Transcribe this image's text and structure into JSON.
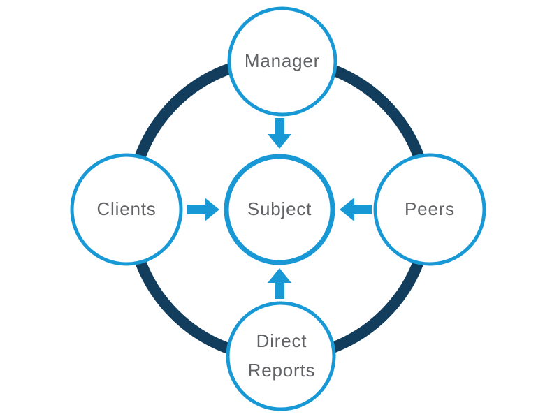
{
  "colors": {
    "accent_blue": "#1899D6",
    "ring_navy": "#123D5C",
    "node_fill": "#FFFFFF",
    "label_gray": "#626366",
    "background": "#FFFFFF"
  },
  "diagram": {
    "center_node": {
      "label": "Subject"
    },
    "outer_nodes": [
      {
        "id": "manager",
        "label": "Manager",
        "position": "top"
      },
      {
        "id": "clients",
        "label": "Clients",
        "position": "left"
      },
      {
        "id": "peers",
        "label": "Peers",
        "position": "right"
      },
      {
        "id": "direct_reports",
        "label": "Direct Reports",
        "position": "bottom"
      }
    ],
    "arrows": [
      {
        "from": "Manager",
        "to": "Subject",
        "direction": "down",
        "icon": "arrow-down-icon"
      },
      {
        "from": "Clients",
        "to": "Subject",
        "direction": "right",
        "icon": "arrow-right-icon"
      },
      {
        "from": "Peers",
        "to": "Subject",
        "direction": "left",
        "icon": "arrow-left-icon"
      },
      {
        "from": "Direct Reports",
        "to": "Subject",
        "direction": "up",
        "icon": "arrow-up-icon"
      }
    ]
  }
}
